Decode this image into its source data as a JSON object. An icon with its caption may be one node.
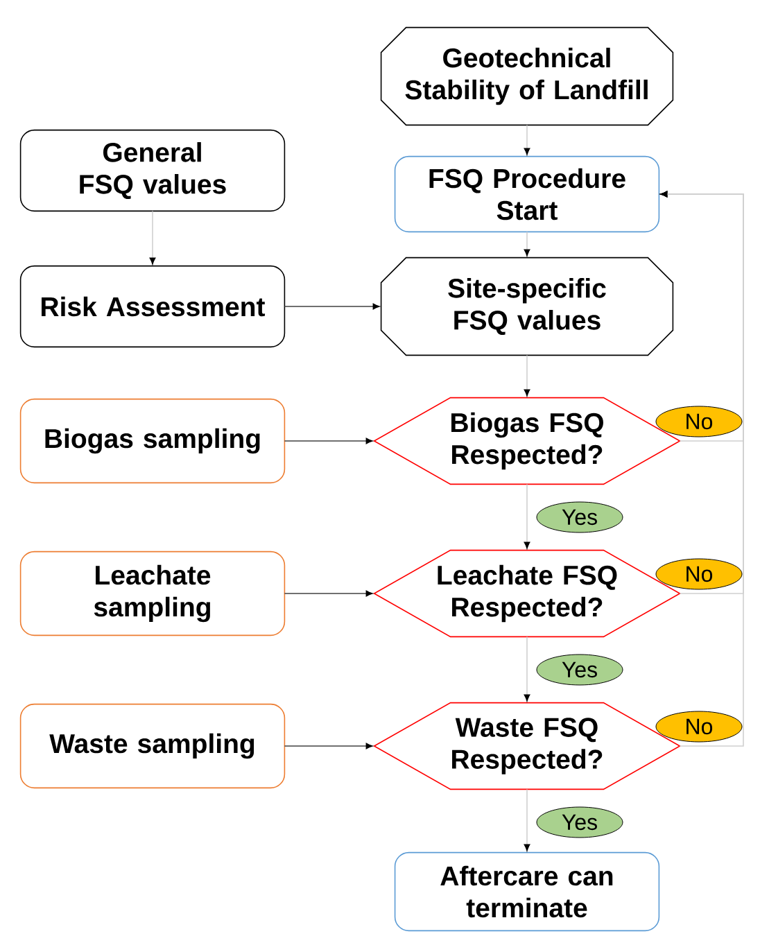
{
  "diagram": {
    "nodes": [
      {
        "text": [
          "Geotechnical Stability of Landfill"
        ]
      },
      {
        "text": [
          "General FSQ values"
        ]
      },
      {
        "text": [
          "FSQ Procedure Start"
        ]
      },
      {
        "text": [
          "Risk Assessment"
        ]
      },
      {
        "text": [
          "Site-specific FSQ values"
        ]
      },
      {
        "text": [
          "Biogas sampling"
        ]
      },
      {
        "text": [
          "Biogas FSQ Respected?"
        ]
      },
      {
        "text": [
          "Leachate sampling"
        ]
      },
      {
        "text": [
          "Leachate FSQ Respected?"
        ]
      },
      {
        "text": [
          "Waste sampling"
        ]
      },
      {
        "text": [
          "Waste FSQ Respected?"
        ]
      },
      {
        "text": [
          "Aftercare can terminate"
        ]
      }
    ],
    "edges": [
      {
        "from": 0,
        "to": 2,
        "arrow": "to"
      },
      {
        "from": 2,
        "to": 4,
        "arrow": "to"
      },
      {
        "from": 1,
        "to": 3,
        "arrow": "to"
      },
      {
        "from": 3,
        "to": 4,
        "arrow": "to",
        "color": "#404040"
      },
      {
        "from": 4,
        "to": 6,
        "arrow": "to"
      },
      {
        "from": 5,
        "to": 6,
        "arrow": "to",
        "color": "#404040"
      },
      {
        "from": 6,
        "to": 8,
        "arrow": "to",
        "label": "Yes"
      },
      {
        "from": 7,
        "to": 8,
        "arrow": "to",
        "color": "#404040"
      },
      {
        "from": 8,
        "to": 10,
        "arrow": "to",
        "label": "Yes"
      },
      {
        "from": 9,
        "to": 10,
        "arrow": "to",
        "color": "#404040"
      },
      {
        "from": 10,
        "to": 11,
        "arrow": "to",
        "label": "Yes"
      },
      {
        "from": 6,
        "to": 2,
        "arrow": "to",
        "label": "No"
      },
      {
        "from": 8,
        "to": 2,
        "arrow": "to",
        "label": "No"
      },
      {
        "from": 10,
        "to": 2,
        "arrow": "to",
        "label": "No"
      }
    ]
  }
}
